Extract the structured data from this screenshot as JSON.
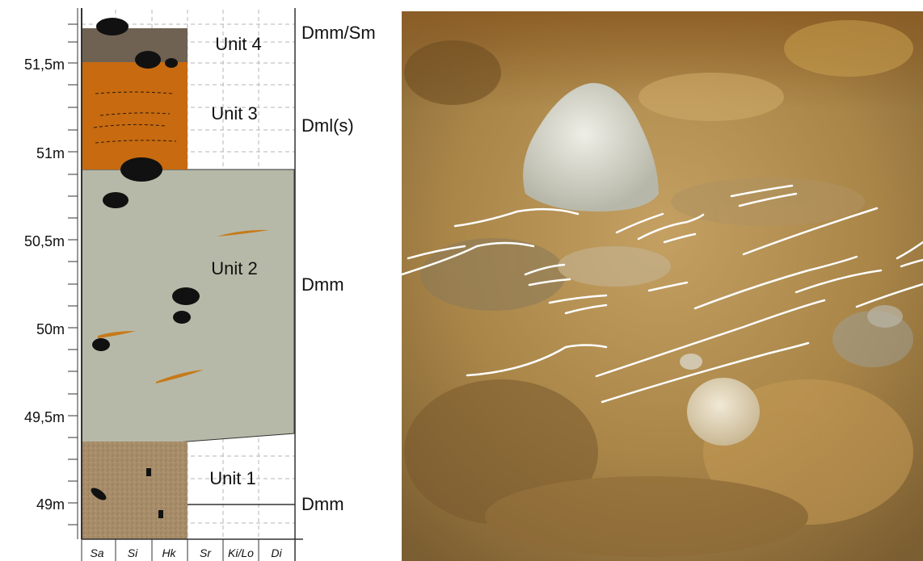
{
  "log": {
    "depth_labels": [
      "51,5m",
      "51m",
      "50,5m",
      "50m",
      "49,5m",
      "49m"
    ],
    "grain_size_labels": [
      "Sa",
      "Si",
      "Hk",
      "Sr",
      "Ki/Lo",
      "Di"
    ],
    "units": [
      {
        "name": "Unit 4",
        "facies": "Dmm/Sm",
        "color": "#6f6253"
      },
      {
        "name": "Unit 3",
        "facies": "Dml(s)",
        "color": "#c86a10"
      },
      {
        "name": "Unit 2",
        "facies": "Dmm",
        "color": "#b7b9a8"
      },
      {
        "name": "Unit 1",
        "facies": "Dmm",
        "color": "#a88d6a"
      }
    ],
    "clast_color": "#111111",
    "lens_color": "#c67a1a"
  },
  "photo": {
    "annotation_color": "#ffffff",
    "sediment_color": "#b8924e"
  }
}
